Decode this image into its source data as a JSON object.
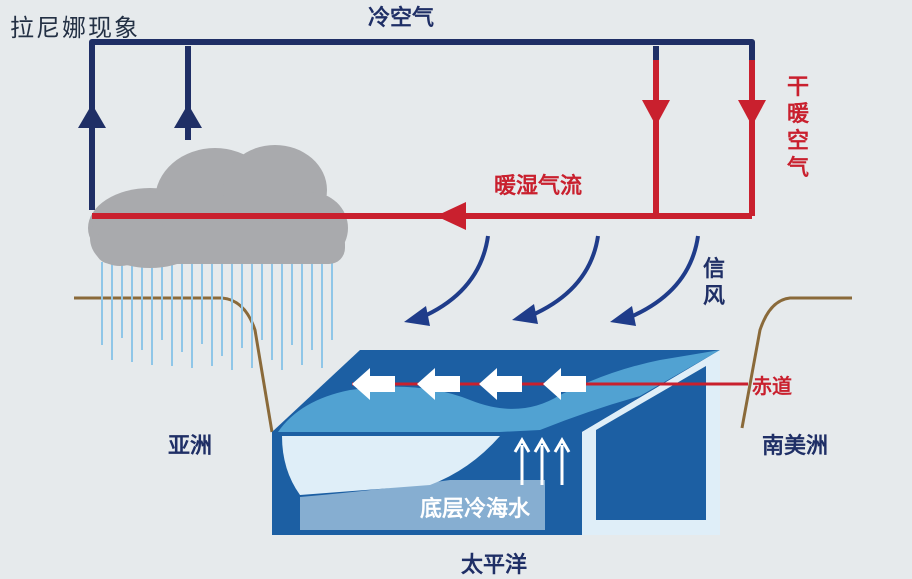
{
  "diagram": {
    "title": "拉尼娜现象",
    "labels": {
      "cold_air": "冷空气",
      "dry_warm_air": "干暖空气",
      "warm_moist_flow": "暖湿气流",
      "trade_wind": "信风",
      "equator": "赤道",
      "asia": "亚洲",
      "south_america": "南美洲",
      "deep_cold_water": "底层冷海水",
      "pacific_ocean": "太平洋"
    },
    "colors": {
      "cold_loop": "#1f2f66",
      "warm_flow": "#c9202e",
      "ocean_dark": "#1c5fa3",
      "ocean_light": "#5aaedb",
      "ocean_pale": "#dfeef8",
      "land_line": "#8a6a3a",
      "cloud": "#a9aaad",
      "rain": "#8fc6e8"
    }
  }
}
